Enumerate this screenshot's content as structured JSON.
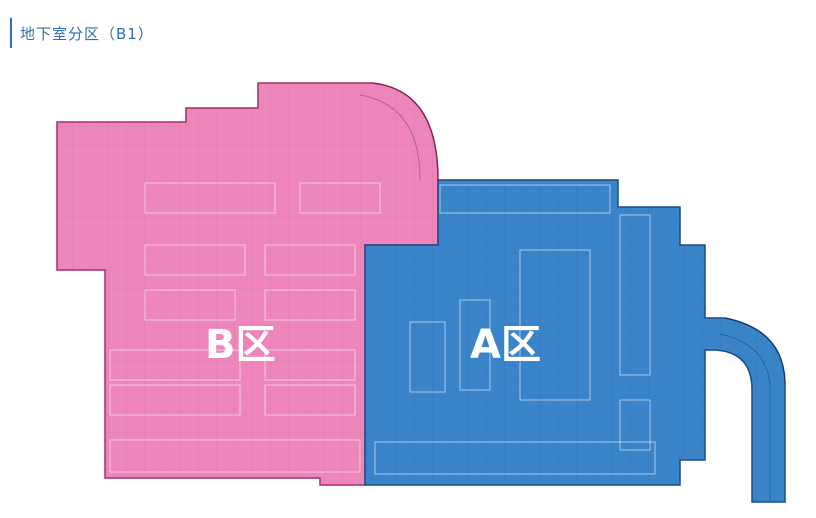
{
  "page": {
    "title": "地下室分区（B1）"
  },
  "zones": {
    "b": {
      "label": "B区",
      "color": "#ee86bb",
      "stroke": "#a52d6a"
    },
    "a": {
      "label": "A区",
      "color": "#3a84c9",
      "stroke": "#1b4c86"
    }
  }
}
